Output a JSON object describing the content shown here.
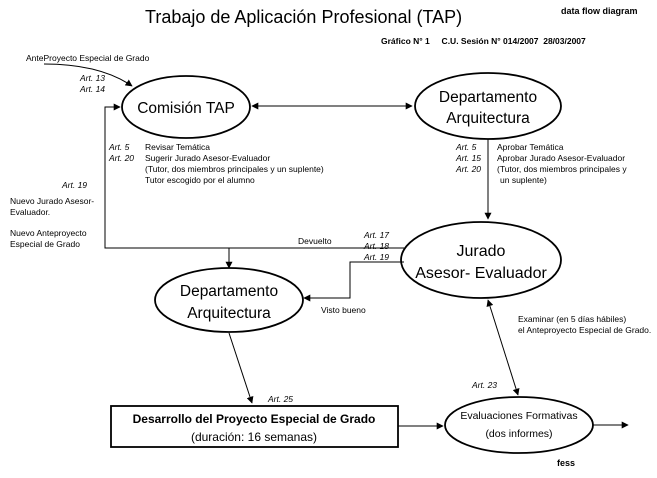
{
  "title": "Trabajo de Aplicación Profesional (TAP)",
  "tag": "data flow diagram",
  "meta": "Gráfico N° 1     C.U. Sesión N° 014/2007  28/03/2007",
  "input_label": "AnteProyecto Especial de Grado",
  "nodes": {
    "comision": "Comisión TAP",
    "depto_top": [
      "Departamento",
      "Arquitectura"
    ],
    "jurado": [
      "Jurado",
      "Asesor- Evaluador"
    ],
    "depto_mid": [
      "Departamento",
      "Arquitectura"
    ],
    "desarrollo": [
      "Desarrollo del Proyecto Especial de Grado",
      "(duración: 16 semanas)"
    ],
    "evaluaciones": [
      "Evaluaciones Formativas",
      "(dos informes)"
    ]
  },
  "articles": {
    "a13": "Art. 13",
    "a14": "Art. 14",
    "a5_left": "Art. 5",
    "a20_left": "Art. 20",
    "a5_right": "Art. 5",
    "a15_right": "Art. 15",
    "a20_right": "Art. 20",
    "a19_left": "Art. 19",
    "a17": "Art. 17",
    "a18": "Art. 18",
    "a19_mid": "Art. 19",
    "a25": "Art. 25",
    "a23": "Art. 23"
  },
  "notes": {
    "comision_tasks": [
      "Revisar Temática",
      "Sugerir Jurado Asesor-Evaluador",
      "(Tutor, dos miembros principales y un suplente)",
      "Tutor escogido por el alumno"
    ],
    "depto_tasks": [
      "Aprobar Temática",
      "Aprobar Jurado Asesor-Evaluador",
      "(Tutor, dos miembros principales y",
      "un suplente)"
    ],
    "nuevo_jurado": [
      "Nuevo Jurado Asesor-",
      "Evaluador."
    ],
    "nuevo_anteproyecto": [
      "Nuevo Anteproyecto",
      "Especial de Grado"
    ],
    "devuelto": "Devuelto",
    "visto_bueno": "Visto bueno",
    "examinar": [
      "Examinar (en 5 días hábiles)",
      "el Anteproyecto Especial de Grado."
    ],
    "fess": "fess"
  }
}
